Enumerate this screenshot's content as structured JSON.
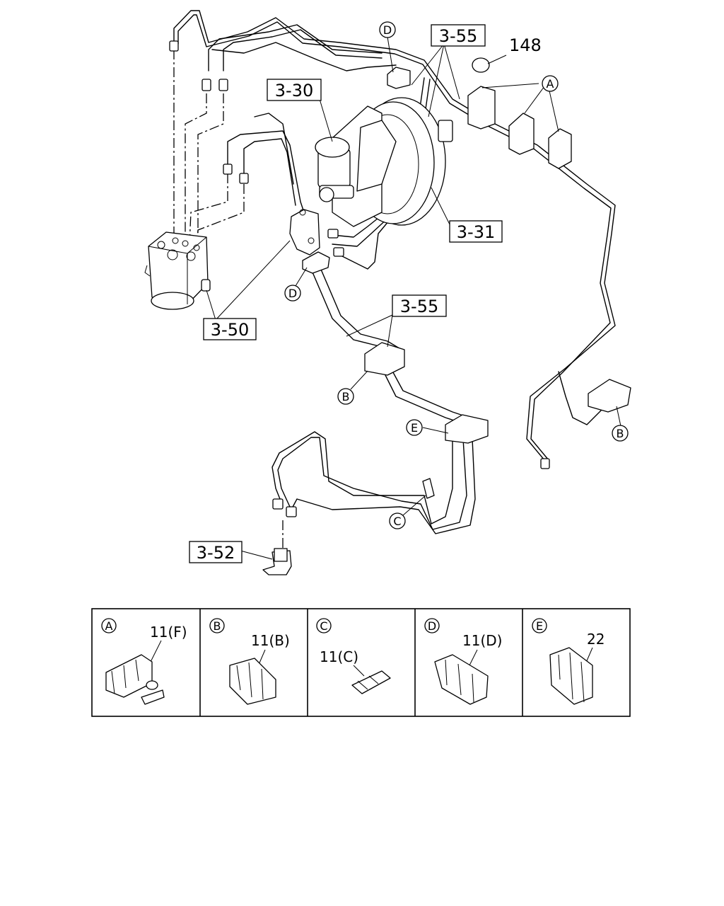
{
  "callouts": {
    "c355_top": "3-55",
    "c148": "148",
    "c330": "3-30",
    "c331": "3-31",
    "c350": "3-50",
    "c355_mid": "3-55",
    "c352": "3-52"
  },
  "letters": {
    "a": "A",
    "b": "B",
    "c": "C",
    "d": "D",
    "e": "E"
  },
  "legend": [
    {
      "letter": "A",
      "part": "11(F)"
    },
    {
      "letter": "B",
      "part": "11(B)"
    },
    {
      "letter": "C",
      "part": "11(C)"
    },
    {
      "letter": "D",
      "part": "11(D)"
    },
    {
      "letter": "E",
      "part": "22"
    }
  ]
}
